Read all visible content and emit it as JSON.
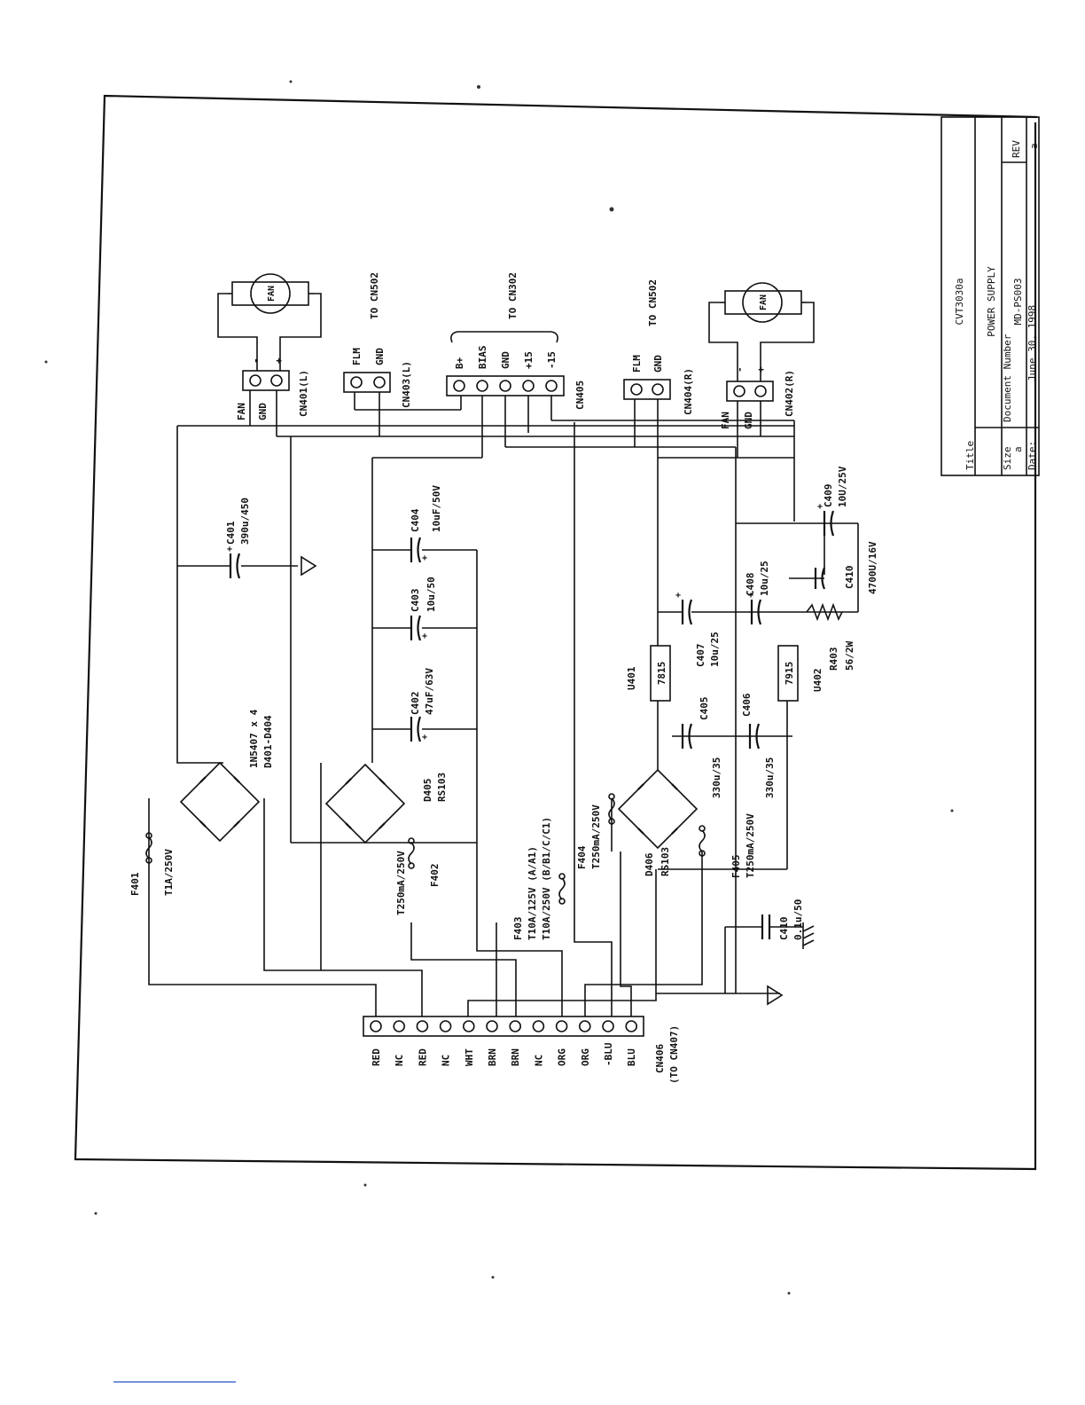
{
  "title_block": {
    "project": "CVT3030a",
    "title_label": "Title",
    "title": "POWER SUPPLY",
    "size_label": "Size",
    "size": "a",
    "docnum_label": "Document Number",
    "docnum": "MD-PS003",
    "rev_label": "REV",
    "rev": "a",
    "date_label": "Date:",
    "date": "June 30, 1998"
  },
  "connectors": {
    "cn401": {
      "ref": "CN401(L)",
      "pins": [
        "-",
        "+"
      ],
      "side": [
        "FAN",
        "GND"
      ],
      "device": "FAN"
    },
    "cn403": {
      "ref": "CN403(L)",
      "pins": [
        "FLM",
        "GND"
      ],
      "dest": "TO CN502"
    },
    "cn405": {
      "ref": "CN405",
      "pins": [
        "B+",
        "BIAS",
        "GND",
        "+15",
        "-15"
      ],
      "dest": "TO CN302"
    },
    "cn404": {
      "ref": "CN404(R)",
      "pins": [
        "FLM",
        "GND"
      ],
      "dest": "TO CN502"
    },
    "cn402": {
      "ref": "CN402(R)",
      "pins": [
        "-",
        "+"
      ],
      "side": [
        "FAN",
        "GND"
      ],
      "device": "FAN"
    },
    "cn406": {
      "ref": "CN406",
      "dest": "(TO CN407)",
      "pins": [
        "RED",
        "NC",
        "RED",
        "NC",
        "WHT",
        "BRN",
        "BRN",
        "NC",
        "ORG",
        "ORG",
        "-BLU",
        "BLU"
      ]
    }
  },
  "components": {
    "c401": {
      "ref": "C401",
      "value": "390u/450"
    },
    "c402": {
      "ref": "C402",
      "value": "47uF/63V"
    },
    "c403": {
      "ref": "C403",
      "value": "10u/50"
    },
    "c404": {
      "ref": "C404",
      "value": "10uF/50V"
    },
    "c405": {
      "ref": "C405",
      "value": "330u/35"
    },
    "c406": {
      "ref": "C406",
      "value": "330u/35"
    },
    "c407": {
      "ref": "C407",
      "value": "10u/25"
    },
    "c408": {
      "ref": "C408",
      "value": "10u/25"
    },
    "c409": {
      "ref": "C409",
      "value": "10U/25V"
    },
    "c410a": {
      "ref": "C410",
      "value": "4700U/16V"
    },
    "c410b": {
      "ref": "C410",
      "value": "0.1u/50"
    },
    "r403": {
      "ref": "R403",
      "value": "56/2W"
    },
    "u401": {
      "ref": "U401",
      "value": "7815"
    },
    "u402": {
      "ref": "U402",
      "value": "7915"
    },
    "bridge_main": {
      "ref": "D401-D404",
      "value": "1N5407 x 4"
    },
    "d405": {
      "ref": "D405",
      "value": "RS103"
    },
    "d406": {
      "ref": "D406",
      "value": "RS103"
    },
    "f401": {
      "ref": "F401",
      "value": "T1A/250V"
    },
    "f402": {
      "ref": "F402",
      "value": "T250mA/250V"
    },
    "f403": {
      "ref": "F403",
      "value1": "T10A/125V (A/A1)",
      "value2": "T10A/250V (B/B1/C/C1)"
    },
    "f404": {
      "ref": "F404",
      "value": "T250mA/250V"
    },
    "f405": {
      "ref": "F405",
      "value": "T250mA/250V"
    }
  }
}
